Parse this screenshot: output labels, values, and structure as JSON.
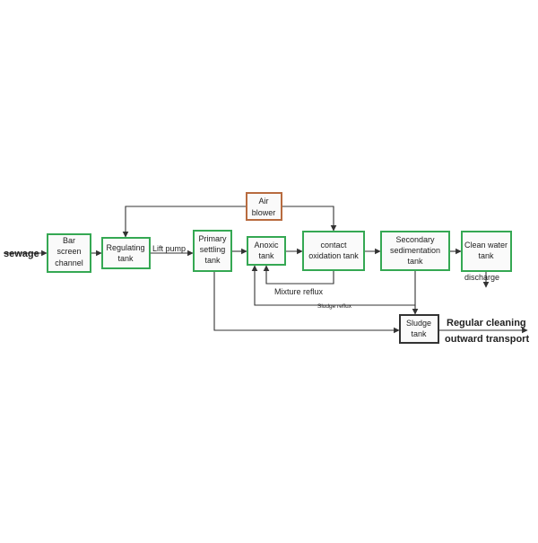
{
  "colors": {
    "green_border": "#35a853",
    "brown_border": "#b86b3f",
    "gray_border": "#333333",
    "line": "#333333"
  },
  "diagram": {
    "sewage": "sewage",
    "bar_screen": [
      "Bar",
      "screen",
      "channel"
    ],
    "regulating": [
      "Regulating",
      "tank"
    ],
    "lift_pump": "Lift   pump",
    "primary": [
      "Primary",
      "settling",
      "tank"
    ],
    "anoxic": [
      "Anoxic",
      "tank"
    ],
    "contact": [
      "contact",
      "oxidation tank"
    ],
    "secondary": [
      "Secondary",
      "sedimentation",
      "tank"
    ],
    "clean_water": [
      "Clean water",
      "tank"
    ],
    "discharge": "discharge",
    "air_blower": [
      "Air",
      "blower"
    ],
    "mixture_reflux": "Mixture reflux",
    "sludge_reflux": "Sludge reflux",
    "sludge_tank": [
      "Sludge",
      "tank"
    ],
    "regular_cleaning": [
      "Regular cleaning",
      "outward transport"
    ]
  }
}
